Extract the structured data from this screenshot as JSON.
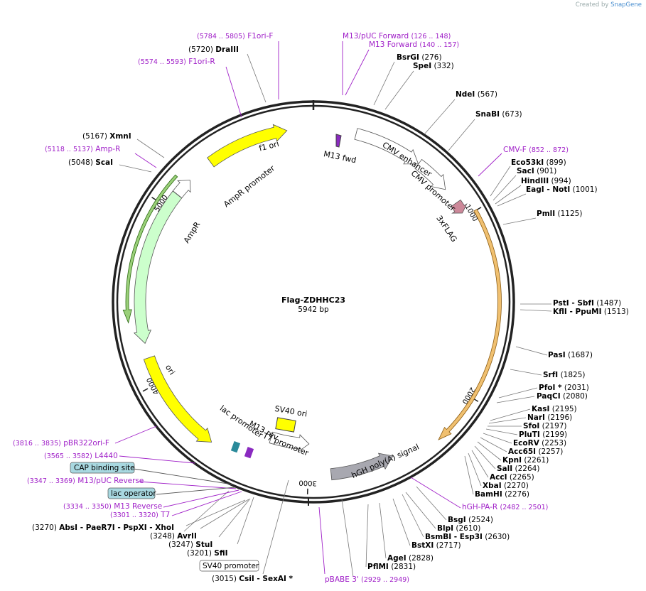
{
  "credit": {
    "prefix": "Created by",
    "brand": "SnapGene"
  },
  "plasmid": {
    "name": "Flag-ZDHHC23",
    "length_label": "5942 bp",
    "length": 5942
  },
  "ticks": [
    {
      "label": "1000",
      "pos": 1000
    },
    {
      "label": "2000",
      "pos": 2000
    },
    {
      "label": "3000",
      "pos": 3000
    },
    {
      "label": "4000",
      "pos": 4000
    },
    {
      "label": "5000",
      "pos": 5000
    }
  ],
  "features": [
    {
      "name": "f1 ori",
      "start": 5342,
      "end": 5797,
      "strand": 1,
      "color": "#ffff00",
      "radius": 244
    },
    {
      "name": "AmpR promoter",
      "start": 5089,
      "end": 5193,
      "strand": 1,
      "color": "#ffffff",
      "radius": 244
    },
    {
      "name": "AmpR",
      "start": 4228,
      "end": 5088,
      "strand": -1,
      "color": "#ccffcc",
      "radius": 244
    },
    {
      "name": "ori",
      "start": 3565,
      "end": 4147,
      "strand": -1,
      "color": "#ffff00",
      "radius": 244
    },
    {
      "name": "CMV enhancer",
      "start": 235,
      "end": 614,
      "strand": 1,
      "color": "#ffffff",
      "radius": 244
    },
    {
      "name": "CMV promoter",
      "start": 615,
      "end": 818,
      "strand": 1,
      "color": "#ffffff",
      "radius": 244
    },
    {
      "name": "3xFLAG",
      "start": 912,
      "end": 977,
      "strand": 1,
      "color": "#cc8899",
      "radius": 244
    },
    {
      "name": "hGH poly(A) signal",
      "start": 2521,
      "end": 2874,
      "strand": -1,
      "color": "#a8a8b0",
      "radius": 244
    },
    {
      "name": "SV40 promoter",
      "start": 3000,
      "end": 3257,
      "strand": -1,
      "color": "#ffffff",
      "radius": 200
    }
  ],
  "feature_labels": [
    {
      "text": "f1 ori"
    },
    {
      "text": "M13 fwd"
    },
    {
      "text": "AmpR promoter"
    },
    {
      "text": "AmpR"
    },
    {
      "text": "CMV enhancer"
    },
    {
      "text": "CMV promoter"
    },
    {
      "text": "3xFLAG"
    },
    {
      "text": "ori"
    },
    {
      "text": "SV40 ori"
    },
    {
      "text": "lac promoter"
    },
    {
      "text": "M13 rev"
    },
    {
      "text": "T7 promoter"
    },
    {
      "text": "hGH poly(A) signal"
    }
  ],
  "orf": {
    "start": 998,
    "end": 2274,
    "strand": 1,
    "color": "#f0c070"
  },
  "sites": [
    {
      "name": "DraIII",
      "coord": "(5720)"
    },
    {
      "name": "XmnI",
      "coord": "(5167)"
    },
    {
      "name": "ScaI",
      "coord": "(5048)"
    },
    {
      "name": "BsrGI",
      "coord": "(276)"
    },
    {
      "name": "SpeI",
      "coord": "(332)"
    },
    {
      "name": "NdeI",
      "coord": "(567)"
    },
    {
      "name": "SnaBI",
      "coord": "(673)"
    },
    {
      "name": "Eco53kI",
      "coord": "(899)"
    },
    {
      "name": "SacI",
      "coord": "(901)"
    },
    {
      "name": "HindIII",
      "coord": "(994)"
    },
    {
      "name": "EagI",
      "name2": "NotI",
      "coord": "(1001)"
    },
    {
      "name": "PmlI",
      "coord": "(1125)"
    },
    {
      "name": "PstI",
      "name2": "SbfI",
      "coord": "(1487)"
    },
    {
      "name": "KflI",
      "name2": "PpuMI",
      "coord": "(1513)"
    },
    {
      "name": "PasI",
      "coord": "(1687)"
    },
    {
      "name": "SrfI",
      "coord": "(1825)"
    },
    {
      "name": "PfoI *",
      "coord": "(2031)"
    },
    {
      "name": "PaqCI",
      "coord": "(2080)"
    },
    {
      "name": "KasI",
      "coord": "(2195)"
    },
    {
      "name": "NarI",
      "coord": "(2196)"
    },
    {
      "name": "SfoI",
      "coord": "(2197)"
    },
    {
      "name": "PluTI",
      "coord": "(2199)"
    },
    {
      "name": "EcoRV",
      "coord": "(2253)"
    },
    {
      "name": "Acc65I",
      "coord": "(2257)"
    },
    {
      "name": "KpnI",
      "coord": "(2261)"
    },
    {
      "name": "SalI",
      "coord": "(2264)"
    },
    {
      "name": "AccI",
      "coord": "(2265)"
    },
    {
      "name": "XbaI",
      "coord": "(2270)"
    },
    {
      "name": "BamHI",
      "coord": "(2276)"
    },
    {
      "name": "BsgI",
      "coord": "(2524)"
    },
    {
      "name": "BlpI",
      "coord": "(2610)"
    },
    {
      "name": "BsmBI",
      "name2": "Esp3I",
      "coord": "(2630)"
    },
    {
      "name": "BstXI",
      "coord": "(2717)"
    },
    {
      "name": "AgeI",
      "coord": "(2828)"
    },
    {
      "name": "PflMI",
      "coord": "(2831)"
    },
    {
      "name": "CsiI",
      "name2": "SexAI *",
      "coord": "(3015)"
    },
    {
      "name": "SfiI",
      "coord": "(3201)"
    },
    {
      "name": "StuI",
      "coord": "(3247)"
    },
    {
      "name": "AvrII",
      "coord": "(3248)"
    },
    {
      "name": "AbsI",
      "name2": "PaeR7I",
      "name3": "PspXI",
      "name4": "XhoI",
      "coord": "(3270)"
    }
  ],
  "primers": [
    {
      "name": "F1ori-F",
      "coord": "(5784 .. 5805)"
    },
    {
      "name": "F1ori-R",
      "coord": "(5574 .. 5593)"
    },
    {
      "name": "Amp-R",
      "coord": "(5118 .. 5137)"
    },
    {
      "name": "M13/pUC Forward",
      "coord": "(126 .. 148)"
    },
    {
      "name": "M13 Forward",
      "coord": "(140 .. 157)"
    },
    {
      "name": "CMV-F",
      "coord": "(852 .. 872)"
    },
    {
      "name": "hGH-PA-R",
      "coord": "(2482 .. 2501)"
    },
    {
      "name": "pBABE 3'",
      "coord": "(2929 .. 2949)"
    },
    {
      "name": "pBR322ori-F",
      "coord": "(3816 .. 3835)"
    },
    {
      "name": "L4440",
      "coord": "(3565 .. 3582)"
    },
    {
      "name": "M13/pUC Reverse",
      "coord": "(3347 .. 3369)"
    },
    {
      "name": "M13 Reverse",
      "coord": "(3334 .. 3350)"
    },
    {
      "name": "T7",
      "coord": "(3301 .. 3320)"
    }
  ],
  "boxed": [
    {
      "name": "CAP binding site",
      "color": "#a8d8e0"
    },
    {
      "name": "lac operator",
      "color": "#a8d8e0"
    },
    {
      "name": "SV40 promoter",
      "color": "#ffffff"
    }
  ]
}
